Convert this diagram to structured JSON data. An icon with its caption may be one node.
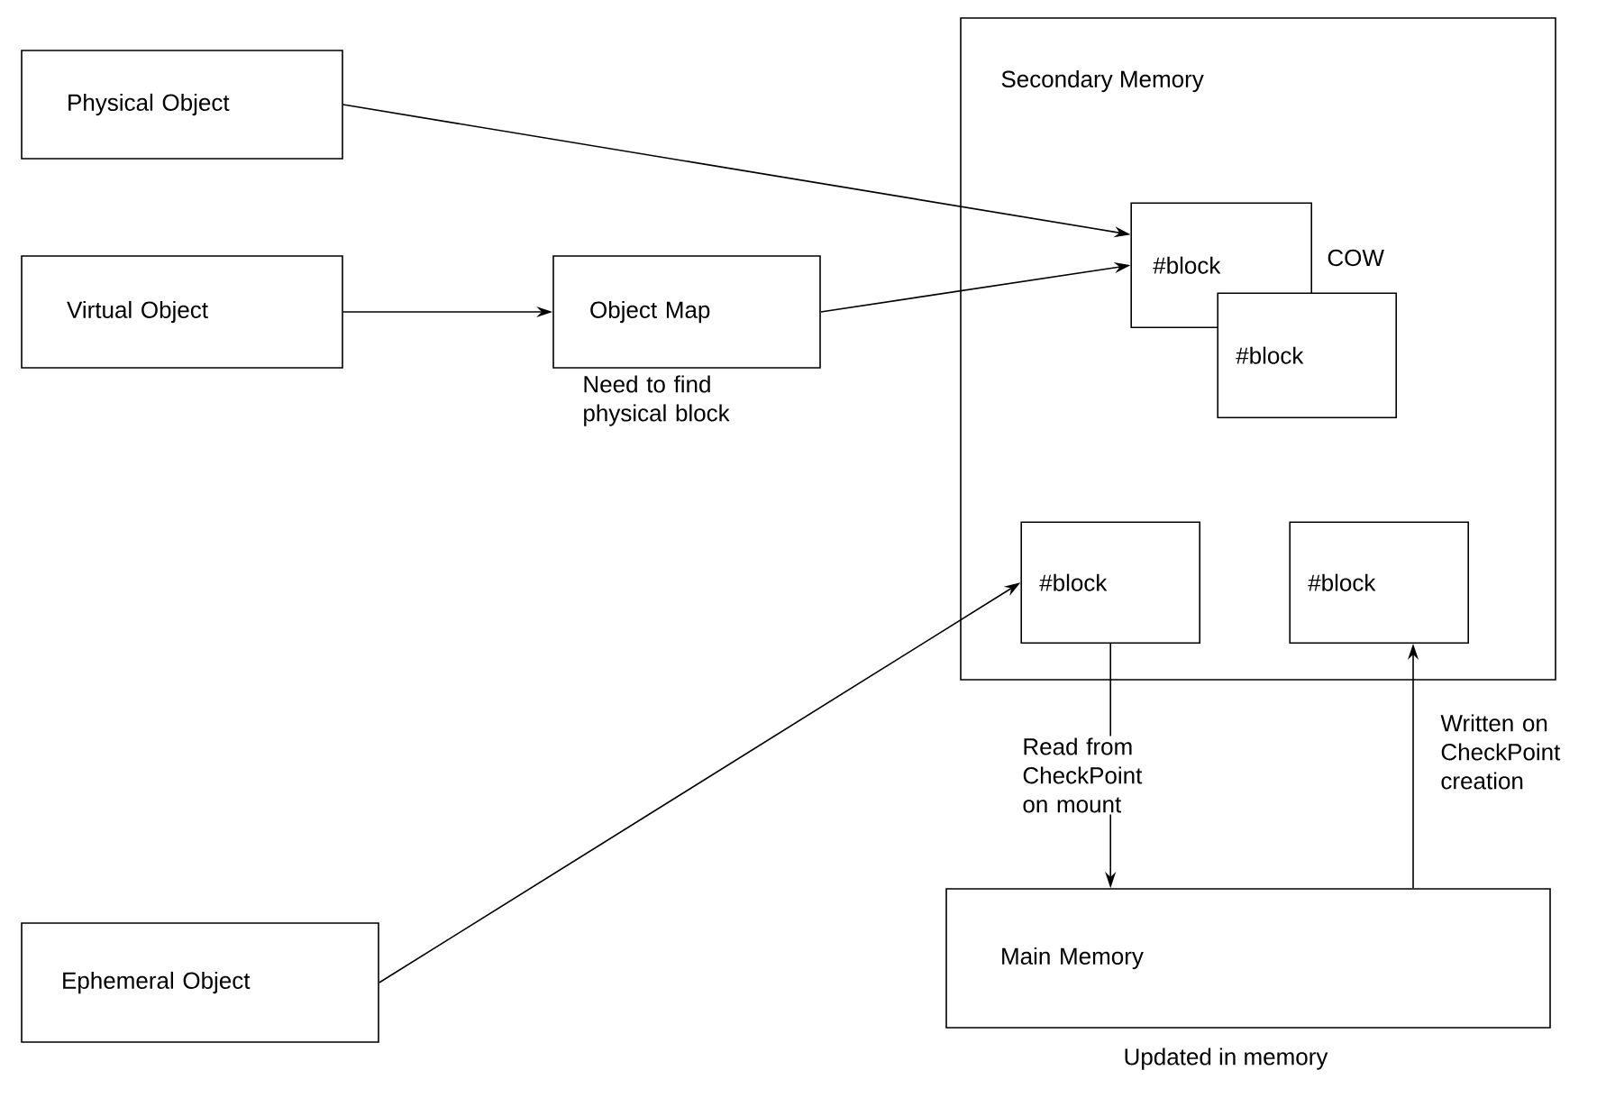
{
  "diagram": {
    "nodes": [
      {
        "text": [
          "Physical Object"
        ]
      },
      {
        "text": [
          "Virtual Object"
        ]
      },
      {
        "text": [
          "Object Map"
        ],
        "beside": [
          "Need to find physical block"
        ]
      },
      {
        "text": [
          "Secondary Memory"
        ]
      },
      {
        "text": [
          "#block"
        ],
        "in": 3,
        "beside": [
          "COW"
        ]
      },
      {
        "text": [
          "#block"
        ],
        "in": 3
      },
      {
        "text": [
          "#block"
        ],
        "in": 3
      },
      {
        "text": [
          "#block"
        ],
        "in": 3
      },
      {
        "text": [
          "Ephemeral Object"
        ]
      },
      {
        "text": [
          "Main Memory"
        ],
        "beside": [
          "Updated in memory"
        ]
      }
    ],
    "edges": [
      {
        "from": 0,
        "to": 4,
        "arrow": "to"
      },
      {
        "from": 1,
        "to": 2,
        "arrow": "to"
      },
      {
        "from": 2,
        "to": 4,
        "arrow": "to"
      },
      {
        "from": 8,
        "to": 6,
        "arrow": "to"
      },
      {
        "from": 6,
        "to": 9,
        "arrow": "to",
        "label": "Read from CheckPoint on mount"
      },
      {
        "from": 9,
        "to": 7,
        "arrow": "to",
        "label": "Written on CheckPoint creation"
      }
    ]
  }
}
